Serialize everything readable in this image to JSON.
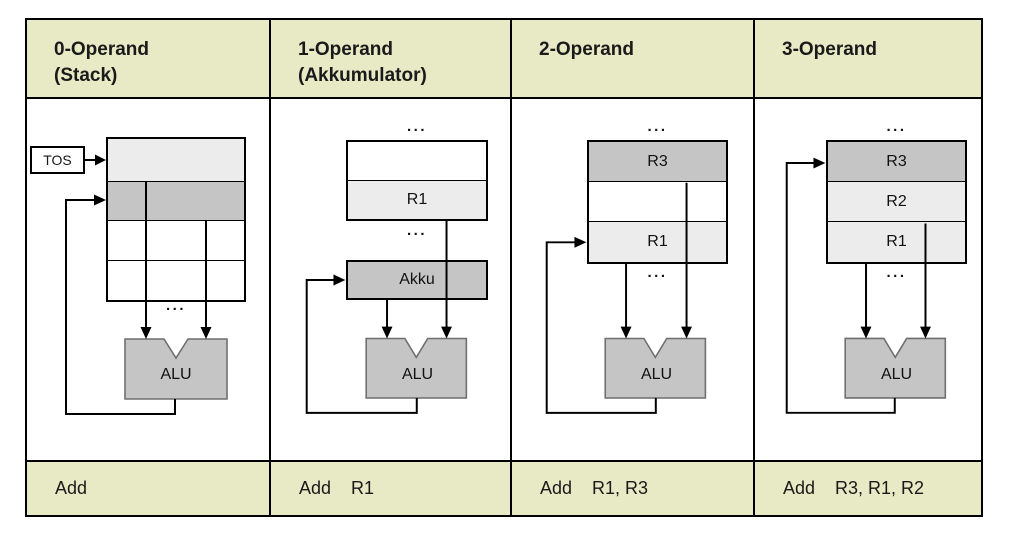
{
  "title": "Operand architectures comparison (0/1/2/3-operand ISAs)",
  "colors": {
    "header_bg": "#e8e9c5",
    "dark_cell": "#c5c5c5",
    "light_cell": "#ececec",
    "alu_fill": "#c5c5c5",
    "alu_border": "#6f6f6f",
    "line": "#000000"
  },
  "shared": {
    "ellipsis": "...",
    "alu_label": "ALU"
  },
  "columns": [
    {
      "header_line1": "0-Operand",
      "header_line2": "(Stack)",
      "instruction": "Add",
      "labels": {
        "tos": "TOS"
      }
    },
    {
      "header_line1": "1-Operand",
      "header_line2": "(Akkumulator)",
      "instruction": "Add    R1",
      "labels": {
        "r1": "R1",
        "akku": "Akku"
      }
    },
    {
      "header_line1": "2-Operand",
      "header_line2": "",
      "instruction": "Add    R1, R3",
      "labels": {
        "r3": "R3",
        "r1": "R1"
      }
    },
    {
      "header_line1": "3-Operand",
      "header_line2": "",
      "instruction": "Add    R3, R1, R2",
      "labels": {
        "r3": "R3",
        "r2": "R2",
        "r1": "R1"
      }
    }
  ]
}
